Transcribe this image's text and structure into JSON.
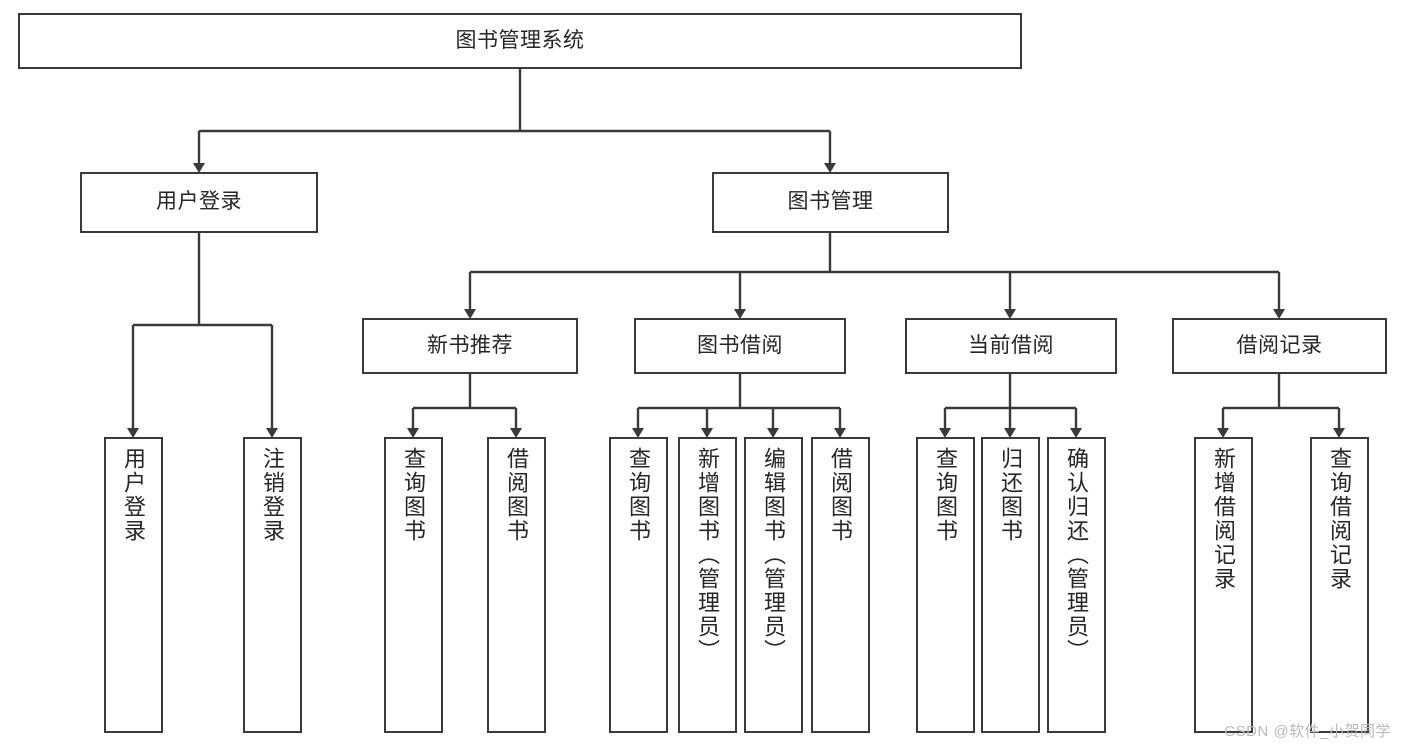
{
  "diagram": {
    "title": "图书管理系统",
    "type": "tree-hierarchy-flowchart",
    "watermark": "CSDN @软件_小贺同学",
    "colors": {
      "box_stroke": "#3a3a3a",
      "box_fill": "#ffffff",
      "connector": "#3a3a3a",
      "text": "#262626",
      "watermark": "#b9b9b9",
      "background": "#ffffff"
    },
    "root": {
      "label": "图书管理系统"
    },
    "level2": [
      {
        "label": "用户登录"
      },
      {
        "label": "图书管理"
      }
    ],
    "level3": [
      {
        "label": "新书推荐"
      },
      {
        "label": "图书借阅"
      },
      {
        "label": "当前借阅"
      },
      {
        "label": "借阅记录"
      }
    ],
    "leaves": {
      "user_login": [
        {
          "label": "用户登录"
        },
        {
          "label": "注销登录"
        }
      ],
      "new_book_recommend": [
        {
          "label": "查询图书"
        },
        {
          "label": "借阅图书"
        }
      ],
      "book_borrow": [
        {
          "label": "查询图书"
        },
        {
          "label": "新增图书（管理员）"
        },
        {
          "label": "编辑图书（管理员）"
        },
        {
          "label": "借阅图书"
        }
      ],
      "current_borrow": [
        {
          "label": "查询图书"
        },
        {
          "label": "归还图书"
        },
        {
          "label": "确认归还（管理员）"
        }
      ],
      "borrow_record": [
        {
          "label": "新增借阅记录"
        },
        {
          "label": "查询借阅记录"
        }
      ]
    }
  }
}
